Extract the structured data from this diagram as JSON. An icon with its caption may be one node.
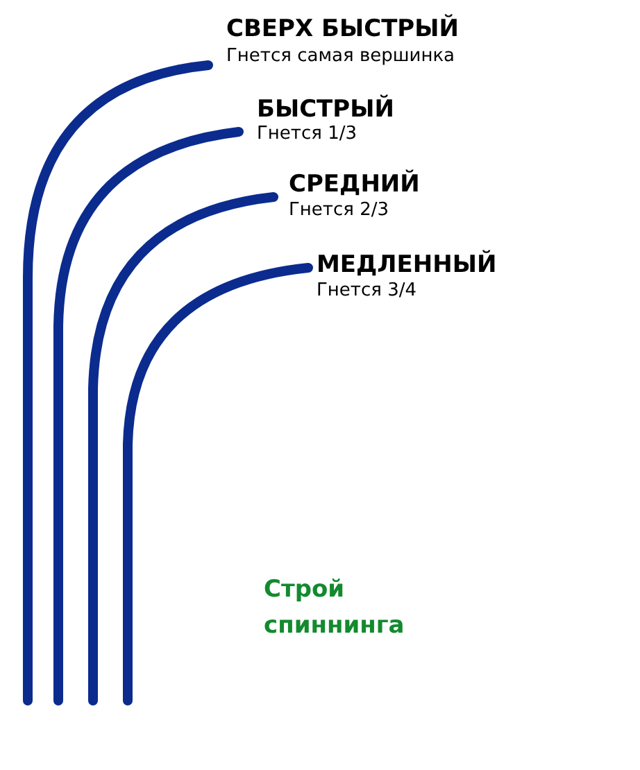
{
  "diagram": {
    "caption": "Строй спиннинга",
    "labels": [
      "СВЕРХ БЫСТРЫЙ",
      "Гнется самая вершинка",
      "БЫСТРЫЙ",
      "Гнется 1/3",
      "СРЕДНИЙ",
      "Гнется 2/3",
      "МЕДЛЕННЫЙ",
      "Гнется 3/4"
    ]
  }
}
